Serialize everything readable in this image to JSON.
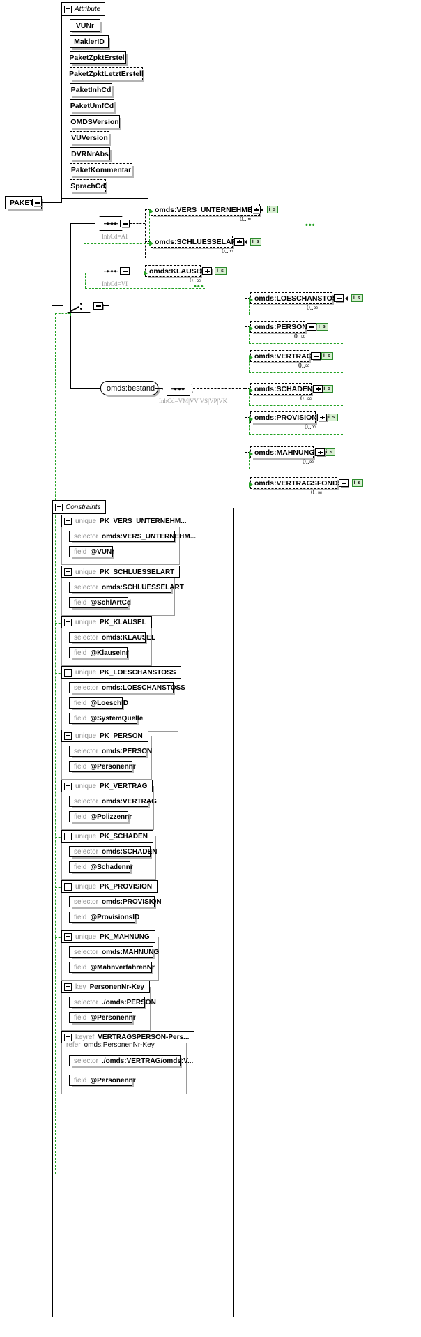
{
  "diagram": {
    "type": "xsd-schema-diagram",
    "root_element": {
      "name": "PAKET",
      "toggle": "minus-icon"
    }
  },
  "attribute_group": {
    "label": "Attribute",
    "toggle": "minus-icon",
    "attributes": [
      {
        "name": "VUNr",
        "optional": false
      },
      {
        "name": "MaklerID",
        "optional": false
      },
      {
        "name": "PaketZpktErstell",
        "optional": false
      },
      {
        "name": "PaketZpktLetztErstell",
        "optional": true
      },
      {
        "name": "PaketInhCd",
        "optional": false
      },
      {
        "name": "PaketUmfCd",
        "optional": false
      },
      {
        "name": "OMDSVersion",
        "optional": false
      },
      {
        "name": "VUVersion",
        "optional": true
      },
      {
        "name": "DVRNrAbs",
        "optional": false
      },
      {
        "name": "PaketKommentar",
        "optional": true
      },
      {
        "name": "SprachCd",
        "optional": true
      }
    ]
  },
  "branches": [
    {
      "compositor": "sequence",
      "annotation": "InhCd=AI",
      "elements": [
        {
          "name": "omds:VERS_UNTERNEHMEN",
          "badge": "i s",
          "expand": "plus-icon",
          "cardinality": "0..∞"
        },
        {
          "name": "omds:SCHLUESSELART",
          "badge": "i s",
          "expand": "plus-icon",
          "cardinality": "0..∞"
        }
      ]
    },
    {
      "compositor": "sequence",
      "annotation": "InhCd=VI",
      "elements": [
        {
          "name": "omds:KLAUSEL",
          "badge": "i s",
          "expand": "plus-icon",
          "cardinality": "0..∞"
        }
      ]
    },
    {
      "compositor": "sequence",
      "group_name": "omds:bestand",
      "group_toggle": "minus-icon",
      "annotation": "InhCd=VM|VV|VS|VP|VK",
      "elements": [
        {
          "name": "omds:LOESCHANSTOSS",
          "badge": "i s",
          "expand": "plus-icon",
          "cardinality": "0..∞"
        },
        {
          "name": "omds:PERSON",
          "badge": "i s",
          "expand": "plus-icon",
          "cardinality": "0..∞"
        },
        {
          "name": "omds:VERTRAG",
          "badge": "i s",
          "expand": "plus-icon",
          "cardinality": "0..∞"
        },
        {
          "name": "omds:SCHADEN",
          "badge": "i s",
          "expand": "plus-icon",
          "cardinality": "0..∞"
        },
        {
          "name": "omds:PROVISION",
          "badge": "i s",
          "expand": "plus-icon",
          "cardinality": "0..∞"
        },
        {
          "name": "omds:MAHNUNG",
          "badge": "i s",
          "expand": "plus-icon",
          "cardinality": "0..∞"
        },
        {
          "name": "omds:VERTRAGSFONDS",
          "badge": "i s",
          "expand": "plus-icon",
          "cardinality": "0..∞"
        }
      ]
    }
  ],
  "choice_node": {
    "type": "choice",
    "toggle": "minus-icon"
  },
  "constraints": {
    "label": "Constraints",
    "toggle": "minus-icon",
    "items": [
      {
        "kind": "unique",
        "name": "PK_VERS_UNTERNEHM...",
        "rows": [
          {
            "kw": "selector",
            "value": "omds:VERS_UNTERNEHM..."
          },
          {
            "kw": "field",
            "value": "@VUNr"
          }
        ]
      },
      {
        "kind": "unique",
        "name": "PK_SCHLUESSELART",
        "rows": [
          {
            "kw": "selector",
            "value": "omds:SCHLUESSELART"
          },
          {
            "kw": "field",
            "value": "@SchlArtCd"
          }
        ]
      },
      {
        "kind": "unique",
        "name": "PK_KLAUSEL",
        "rows": [
          {
            "kw": "selector",
            "value": "omds:KLAUSEL"
          },
          {
            "kw": "field",
            "value": "@KlauseInr"
          }
        ]
      },
      {
        "kind": "unique",
        "name": "PK_LOESCHANSTOSS",
        "rows": [
          {
            "kw": "selector",
            "value": "omds:LOESCHANSTOSS"
          },
          {
            "kw": "field",
            "value": "@LoeschID"
          },
          {
            "kw": "field",
            "value": "@SystemQuelle"
          }
        ]
      },
      {
        "kind": "unique",
        "name": "PK_PERSON",
        "rows": [
          {
            "kw": "selector",
            "value": "omds:PERSON"
          },
          {
            "kw": "field",
            "value": "@Personennr"
          }
        ]
      },
      {
        "kind": "unique",
        "name": "PK_VERTRAG",
        "rows": [
          {
            "kw": "selector",
            "value": "omds:VERTRAG"
          },
          {
            "kw": "field",
            "value": "@Polizzennr"
          }
        ]
      },
      {
        "kind": "unique",
        "name": "PK_SCHADEN",
        "rows": [
          {
            "kw": "selector",
            "value": "omds:SCHADEN"
          },
          {
            "kw": "field",
            "value": "@Schadennr"
          }
        ]
      },
      {
        "kind": "unique",
        "name": "PK_PROVISION",
        "rows": [
          {
            "kw": "selector",
            "value": "omds:PROVISION"
          },
          {
            "kw": "field",
            "value": "@ProvisionsID"
          }
        ]
      },
      {
        "kind": "unique",
        "name": "PK_MAHNUNG",
        "rows": [
          {
            "kw": "selector",
            "value": "omds:MAHNUNG"
          },
          {
            "kw": "field",
            "value": "@MahnverfahrenNr"
          }
        ]
      },
      {
        "kind": "key",
        "name": "PersonenNr-Key",
        "rows": [
          {
            "kw": "selector",
            "value": "./omds:PERSON"
          },
          {
            "kw": "field",
            "value": "@Personennr"
          }
        ]
      },
      {
        "kind": "keyref",
        "name": "VERTRAGSPERSON-Pers...",
        "refer_kw": "refer",
        "refer_value": "omds:PersonenNr-Key",
        "rows": [
          {
            "kw": "selector",
            "value": "./omds:VERTRAG/omds:V..."
          },
          {
            "kw": "field",
            "value": "@Personennr"
          }
        ]
      }
    ]
  },
  "colors": {
    "accent_green": "#21a121",
    "badge_bg": "#d8f0d2",
    "shadow": "#b4b4b4",
    "muted_text": "#8d8d8d"
  }
}
